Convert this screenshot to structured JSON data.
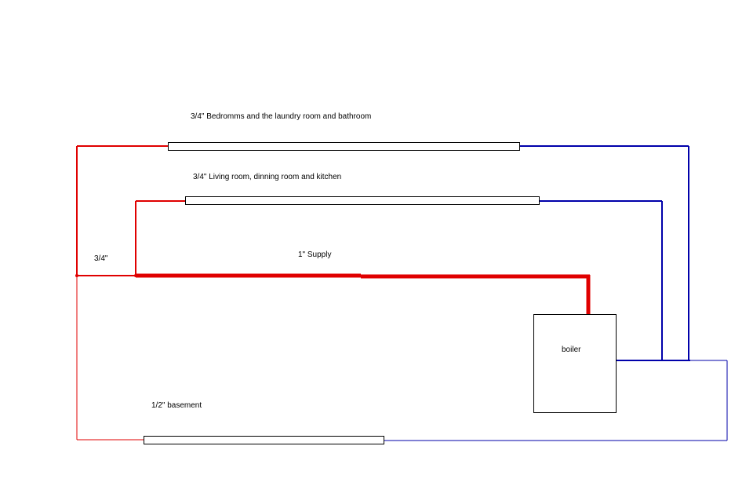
{
  "labels": {
    "bedrooms_zone": "3/4\" Bedromms and the laundry room and bathroom",
    "living_zone": "3/4\" Living room, dinning room and kitchen",
    "supply_main": "1\" Supply",
    "left_riser": "3/4\"",
    "basement_zone": "1/2\" basement",
    "boiler": "boiler"
  },
  "colors": {
    "supply": "#e00000",
    "return": "#0000aa"
  }
}
